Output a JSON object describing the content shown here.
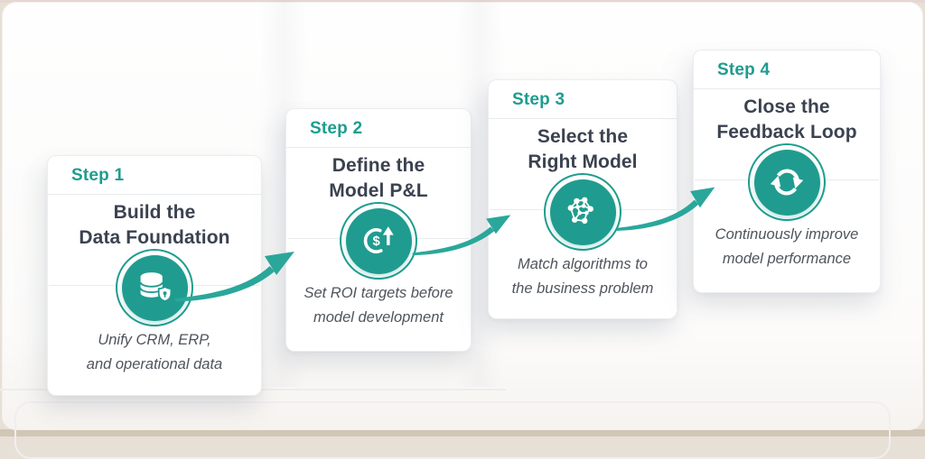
{
  "colors": {
    "accent": "#1f9c8f",
    "arrow": "#2aa79a",
    "title": "#3b4250",
    "subtitle": "#4f545c"
  },
  "diagram": {
    "steps": [
      {
        "label": "Step 1",
        "title_line1": "Build the",
        "title_line2": "Data Foundation",
        "icon": "database-shield-icon",
        "subtitle_line1": "Unify CRM, ERP,",
        "subtitle_line2": "and operational data"
      },
      {
        "label": "Step 2",
        "title_line1": "Define the",
        "title_line2": "Model P&L",
        "icon": "roi-growth-icon",
        "subtitle_line1": "Set ROI targets before",
        "subtitle_line2": "model development"
      },
      {
        "label": "Step 3",
        "title_line1": "Select the",
        "title_line2": "Right Model",
        "icon": "network-model-icon",
        "subtitle_line1": "Match algorithms to",
        "subtitle_line2": "the business problem"
      },
      {
        "label": "Step 4",
        "title_line1": "Close the",
        "title_line2": "Feedback Loop",
        "icon": "sync-loop-icon",
        "subtitle_line1": "Continuously improve",
        "subtitle_line2": "model performance"
      }
    ]
  }
}
